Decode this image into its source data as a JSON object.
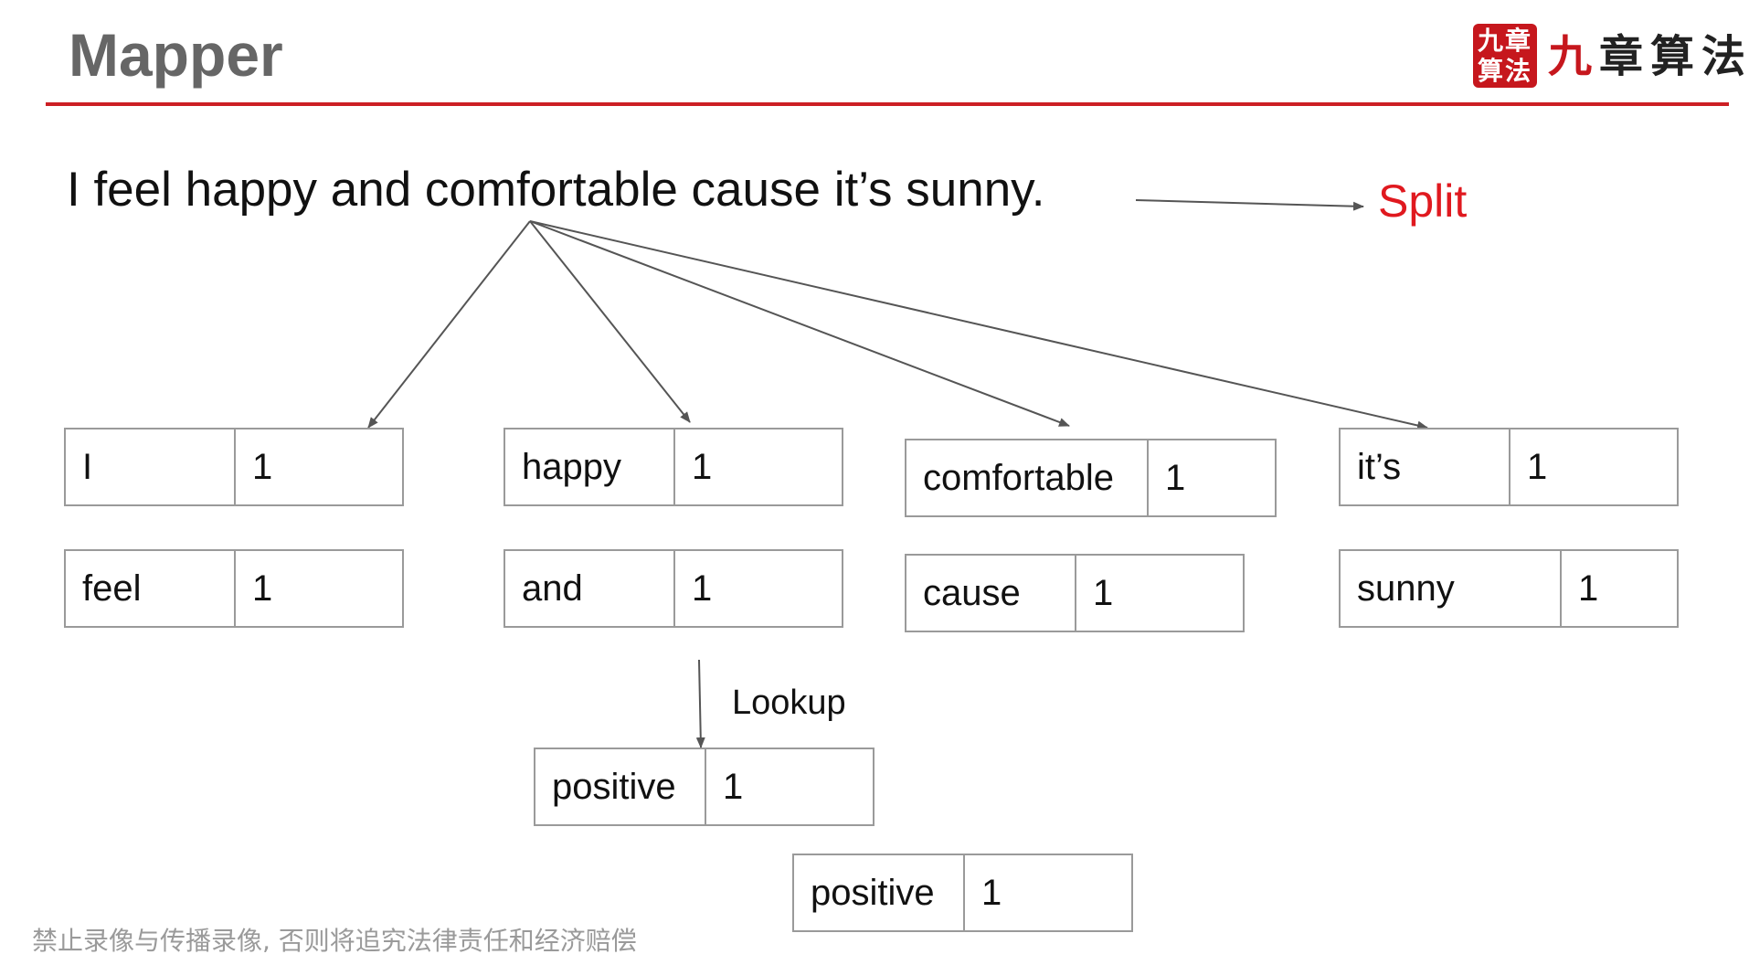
{
  "slide": {
    "title": "Mapper",
    "logo_seal_text": "九章算法",
    "logo_text_first": "九",
    "logo_text_rest": "章算法",
    "sentence": "I feel happy and comfortable cause it’s sunny.",
    "split_label": "Split",
    "lookup_label": "Lookup",
    "footer": "禁止录像与传播录像, 否则将追究法律责任和经济赔偿",
    "accent_color": "#cc1f24"
  },
  "pairs": {
    "i": {
      "key": "I",
      "value": "1"
    },
    "feel": {
      "key": "feel",
      "value": "1"
    },
    "happy": {
      "key": "happy",
      "value": "1"
    },
    "and": {
      "key": "and",
      "value": "1"
    },
    "comfortable": {
      "key": "comfortable",
      "value": "1"
    },
    "cause": {
      "key": "cause",
      "value": "1"
    },
    "its": {
      "key": "it’s",
      "value": "1"
    },
    "sunny": {
      "key": "sunny",
      "value": "1"
    },
    "positive1": {
      "key": "positive",
      "value": "1"
    },
    "positive2": {
      "key": "positive",
      "value": "1"
    }
  }
}
